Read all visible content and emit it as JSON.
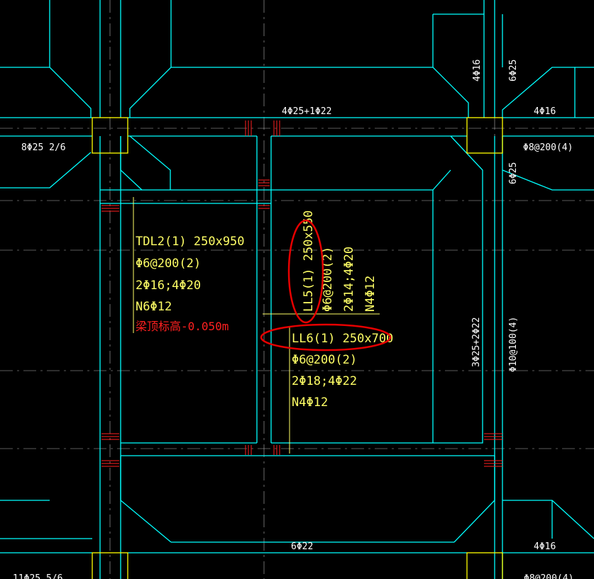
{
  "colors": {
    "background": "#000000",
    "beam_outline": "#00ffff",
    "column": "#ffff00",
    "annotation": "#ffff66",
    "dim_text": "#ffffff",
    "axis": "#ffffff",
    "rebar_red": "#ff2020",
    "highlight": "#e60000"
  },
  "labels": {
    "top_middle": "4Φ25+1Φ22",
    "top_right_v1": "4Φ16",
    "top_right_v2": "6Φ25",
    "top_right_h": "4Φ16",
    "left_mid": "8Φ25 2/6",
    "right_stirrup": "Φ8@200(4)",
    "right_v": "6Φ25",
    "right_mid_v1": "3Φ25+2Φ22",
    "right_mid_v2": "Φ10@100(4)",
    "bottom_middle": "6Φ22",
    "bottom_right": "4Φ16",
    "bottom_left_partial": "11Φ25 5/6",
    "bottom_right_partial": "Φ8@200(4)"
  },
  "tdl2": {
    "line1": "TDL2(1) 250x950",
    "line2": "Φ6@200(2)",
    "line3": "2Φ16;4Φ20",
    "line4": "N6Φ12",
    "line5": "梁顶标高-0.050m"
  },
  "ll5": {
    "line1": "LL5(1) 250x550",
    "line2": "Φ6@200(2)",
    "line3": "2Φ14;4Φ20",
    "line4": "N4Φ12"
  },
  "ll6": {
    "line1": "LL6(1) 250x700",
    "line2": "Φ6@200(2)",
    "line3": "2Φ18;4Φ22",
    "line4": "N4Φ12"
  }
}
